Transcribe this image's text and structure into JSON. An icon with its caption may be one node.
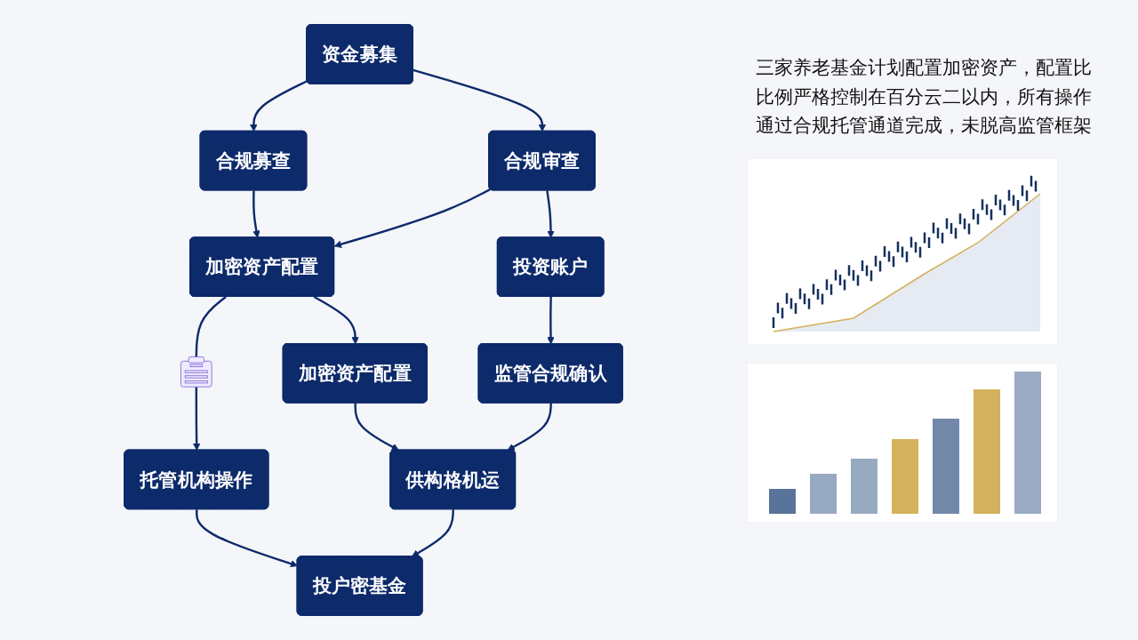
{
  "diagram": {
    "nodes": [
      {
        "text": [
          "资金募集"
        ]
      },
      {
        "text": [
          "合规募查"
        ]
      },
      {
        "text": [
          "合规审查"
        ]
      },
      {
        "text": [
          "加密资产配置"
        ]
      },
      {
        "text": [],
        "shape": "circle"
      },
      {
        "text": [
          "投资账户"
        ]
      },
      {
        "text": [
          "加密资产配置"
        ]
      },
      {
        "text": [
          "托管机构操作"
        ]
      },
      {
        "text": [
          "监管合规确认"
        ]
      },
      {
        "text": [
          "供构格机运"
        ]
      },
      {
        "text": [
          "投户密基金"
        ]
      }
    ],
    "edges": [
      {
        "from": 0,
        "to": 1,
        "arrow": "to"
      },
      {
        "from": 0,
        "to": 2,
        "arrow": "to"
      },
      {
        "from": 1,
        "to": 3,
        "arrow": "to"
      },
      {
        "from": 2,
        "to": 3,
        "arrow": "to"
      },
      {
        "from": 3,
        "to": 4,
        "arrow": "to"
      },
      {
        "from": 2,
        "to": 5,
        "arrow": "to"
      },
      {
        "from": 3,
        "to": 6,
        "arrow": "to"
      },
      {
        "from": 4,
        "to": 7,
        "arrow": "to"
      },
      {
        "from": 5,
        "to": 8,
        "arrow": "to"
      },
      {
        "from": 6,
        "to": 9,
        "arrow": "to"
      },
      {
        "from": 7,
        "to": 10,
        "arrow": "to"
      },
      {
        "from": 8,
        "to": 9,
        "arrow": "to"
      },
      {
        "from": 9,
        "to": 10,
        "arrow": "to"
      }
    ],
    "labels": [
      "三家养老基金计划配置加密资产，配置比比例严格控制在百分云二以内，所有操作通过合规托管通道完成，未脱高监管框架"
    ]
  }
}
